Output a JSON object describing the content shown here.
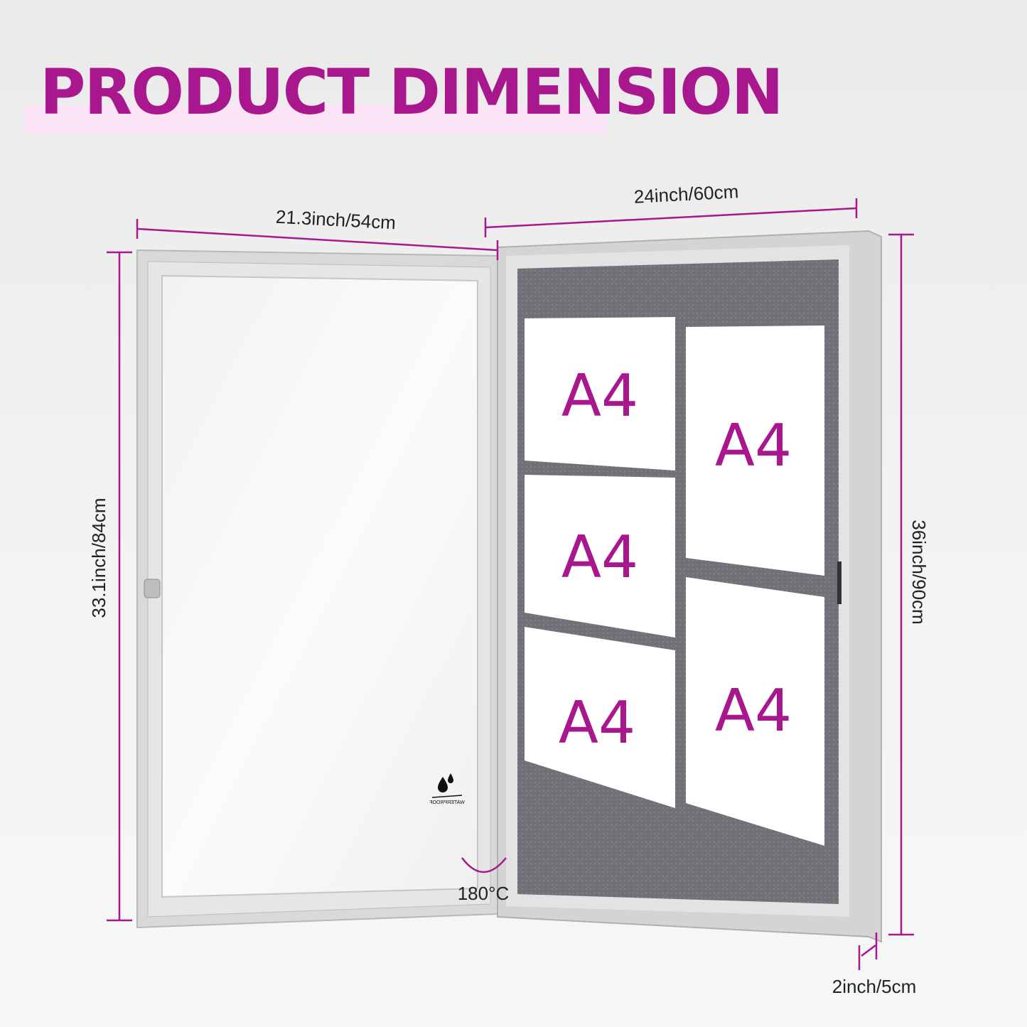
{
  "title": "PRODUCT DIMENSION",
  "colors": {
    "accent": "#a8178d",
    "highlight": "#fde3f6",
    "board": "#6f7176",
    "frame": "#d6d6d6"
  },
  "dimensions": {
    "door_width": "21.3inch/54cm",
    "cabinet_width": "24inch/60cm",
    "door_height": "33.1inch/84cm",
    "cabinet_height": "36inch/90cm",
    "depth": "2inch/5cm",
    "opening_angle": "180°C"
  },
  "papers": [
    "A4",
    "A4",
    "A4",
    "A4",
    "A4"
  ],
  "badge": {
    "icon": "waterproof-icon",
    "label": "WATERPROOF"
  }
}
